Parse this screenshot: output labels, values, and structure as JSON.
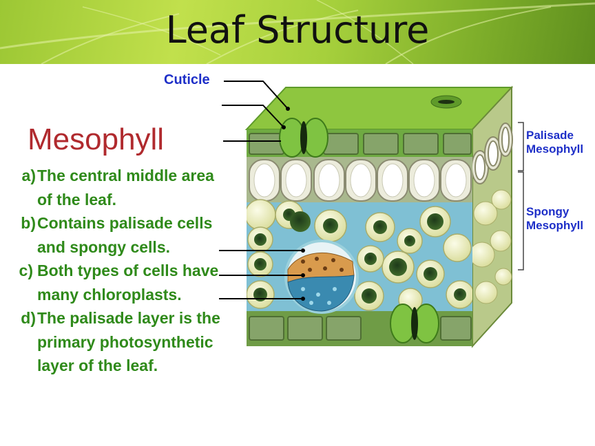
{
  "slide": {
    "title": "Leaf Structure",
    "subtitle": "Mesophyll",
    "points": [
      {
        "marker": "a)",
        "text": "The central middle area of the leaf."
      },
      {
        "marker": "b)",
        "text": "Contains palisade cells and spongy cells."
      },
      {
        "marker": "c)",
        "text": "Both types of cells have many chloroplasts."
      },
      {
        "marker": "d)",
        "text": "The palisade layer is the primary photosynthetic layer of the leaf."
      }
    ]
  },
  "diagram": {
    "labels": {
      "cuticle": "Cuticle",
      "palisade": "Palisade Mesophyll",
      "spongy": "Spongy Mesophyll"
    }
  },
  "colors": {
    "title": "#111111",
    "subtitle": "#b02a2e",
    "bullet_text": "#2f8a1a",
    "label_blue": "#1e2fc8"
  }
}
